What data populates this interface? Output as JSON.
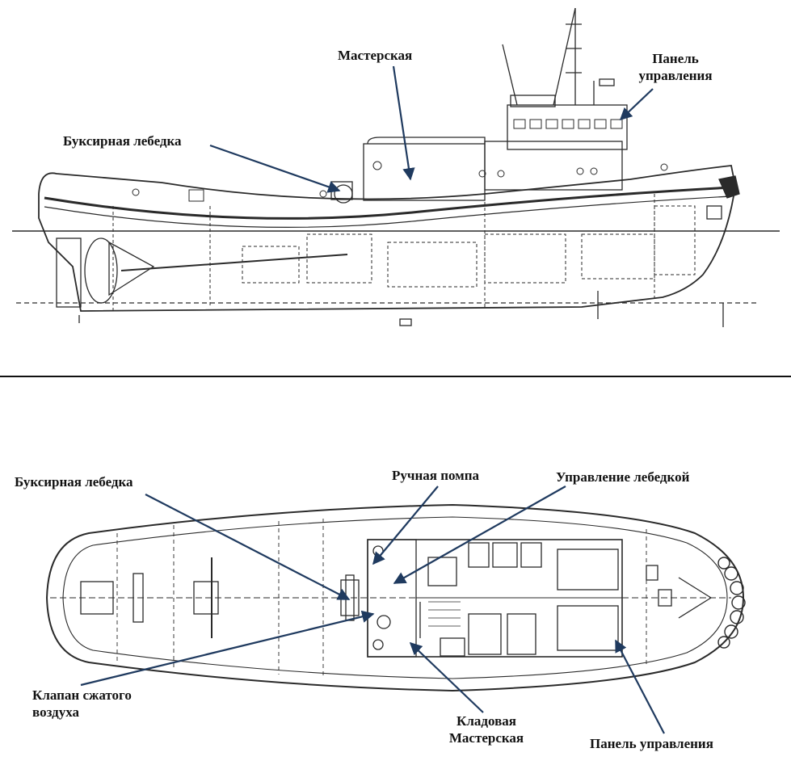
{
  "side_view": {
    "labels": {
      "tow_winch": "Буксирная лебедка",
      "workshop": "Мастерская",
      "control_panel": "Панель\nуправления"
    }
  },
  "plan_view": {
    "labels": {
      "tow_winch": "Буксирная лебедка",
      "hand_pump": "Ручная помпа",
      "winch_control": "Управление лебедкой",
      "air_valve": "Клапан сжатого\nвоздуха",
      "storeroom": "Кладовая\nМастерская",
      "control_panel": "Панель управления"
    }
  },
  "colors": {
    "ink": "#2a2a2a",
    "arrow": "#1f3a5f",
    "divider": "#111111",
    "background": "#ffffff"
  }
}
